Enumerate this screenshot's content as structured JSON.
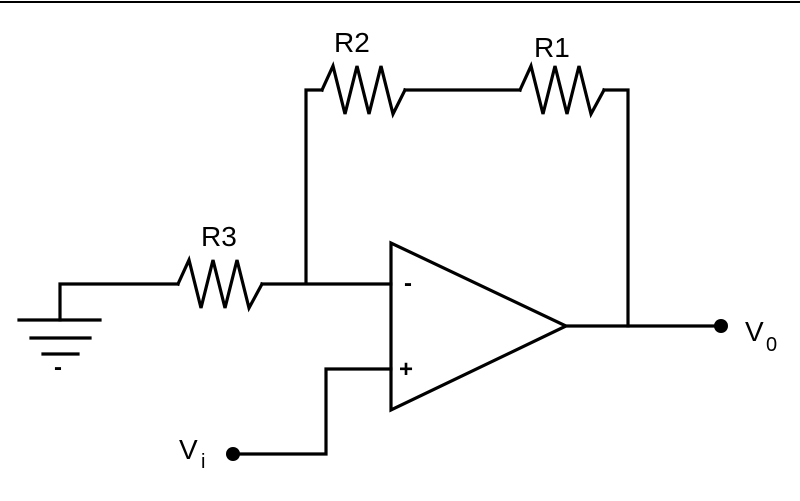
{
  "resistors": {
    "r1": "R1",
    "r2": "R2",
    "r3": "R3"
  },
  "opamp": {
    "inverting_sign": "-",
    "noninverting_sign": "+"
  },
  "terminals": {
    "input_main": "V",
    "input_sub": "i",
    "output_main": "V",
    "output_sub": "0"
  },
  "ground_mark": "-",
  "colors": {
    "line": "#000000",
    "background": "#ffffff"
  }
}
